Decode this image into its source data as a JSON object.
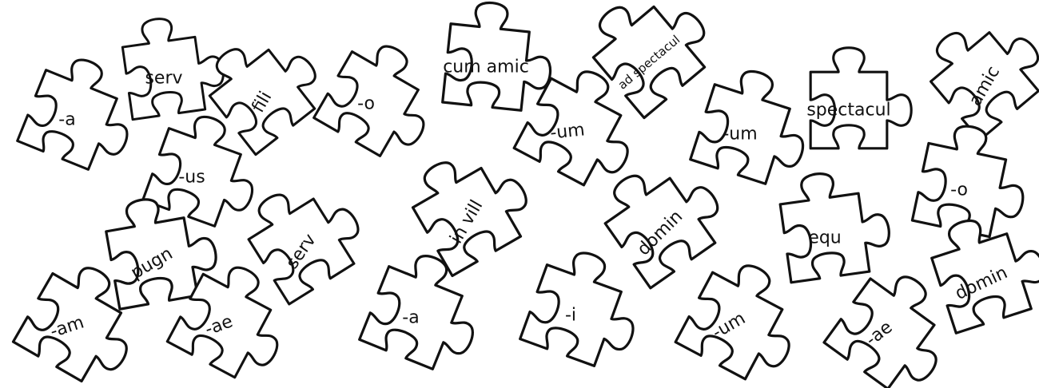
{
  "colors": {
    "outline": "#111111",
    "fill": "#ffffff",
    "text": "#111111"
  },
  "pieces": [
    {
      "id": "p-a-1",
      "text": "-a",
      "kind": "ending"
    },
    {
      "id": "p-serv-1",
      "text": "serv",
      "kind": "stem"
    },
    {
      "id": "p-fili",
      "text": "fili",
      "kind": "stem"
    },
    {
      "id": "p-o-1",
      "text": "-o",
      "kind": "ending"
    },
    {
      "id": "p-cum-amic",
      "text": "cum amic",
      "kind": "stem"
    },
    {
      "id": "p-um-1",
      "text": "-um",
      "kind": "ending"
    },
    {
      "id": "p-ad-spectacul",
      "text": "ad spectacul",
      "kind": "stem"
    },
    {
      "id": "p-um-2",
      "text": "-um",
      "kind": "ending"
    },
    {
      "id": "p-spectacul",
      "text": "spectacul",
      "kind": "stem"
    },
    {
      "id": "p-amic",
      "text": "amic",
      "kind": "stem"
    },
    {
      "id": "p-us",
      "text": "-us",
      "kind": "ending"
    },
    {
      "id": "p-o-2",
      "text": "-o",
      "kind": "ending"
    },
    {
      "id": "p-in-vill",
      "text": "in vill",
      "kind": "stem"
    },
    {
      "id": "p-domin-1",
      "text": "domin",
      "kind": "stem"
    },
    {
      "id": "p-equ",
      "text": "equ",
      "kind": "stem"
    },
    {
      "id": "p-pugn",
      "text": "pugn",
      "kind": "stem"
    },
    {
      "id": "p-serv-2",
      "text": "serv",
      "kind": "stem"
    },
    {
      "id": "p-domin-2",
      "text": "domin",
      "kind": "stem"
    },
    {
      "id": "p-am",
      "text": "-am",
      "kind": "ending"
    },
    {
      "id": "p-ae-1",
      "text": "-ae",
      "kind": "ending"
    },
    {
      "id": "p-a-2",
      "text": "-a",
      "kind": "ending"
    },
    {
      "id": "p-i",
      "text": "-i",
      "kind": "ending"
    },
    {
      "id": "p-um-3",
      "text": "-um",
      "kind": "ending"
    },
    {
      "id": "p-ae-2",
      "text": "-ae",
      "kind": "ending"
    }
  ]
}
